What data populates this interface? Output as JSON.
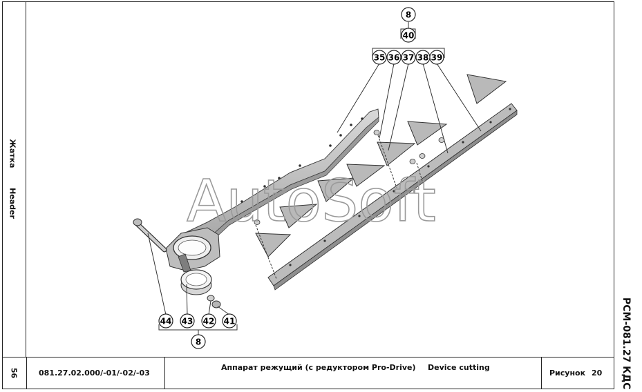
{
  "sheet": {
    "left_margin": {
      "section_ru": "Жатка",
      "section_en": "Header"
    },
    "right_margin": {
      "doc_code": "РСМ-081.27 КДС"
    },
    "footer": {
      "page_number": "56",
      "part_number": "081.27.02.000/-01/-02/-03",
      "title_ru": "Аппарат режущий (с редуктором Pro-Drive)",
      "title_en": "Device cutting",
      "figure_label": "Рисунок",
      "figure_number": "20"
    }
  },
  "diagram": {
    "watermark": "AutoSoft",
    "top_callouts": {
      "parent": "8",
      "group": "40",
      "items": [
        "35",
        "36",
        "37",
        "38",
        "39"
      ]
    },
    "bottom_callouts": {
      "items": [
        "44",
        "43",
        "42",
        "41"
      ],
      "parent": "8"
    }
  },
  "colors": {
    "line": "#222222",
    "part_fill": "#c9c9c9",
    "part_dark": "#8e8e8e",
    "watermark": "#9a9a9a"
  }
}
